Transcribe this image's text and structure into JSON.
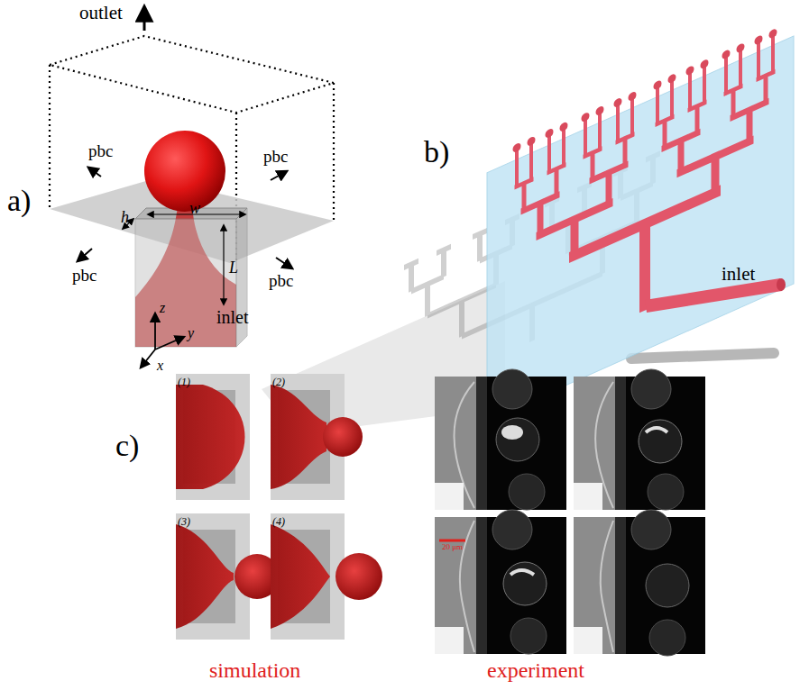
{
  "diagram": {
    "labels": [
      "outlet",
      "pbc",
      "pbc",
      "pbc",
      "pbc",
      "a)",
      "h",
      "w",
      "L",
      "inlet",
      "z",
      "y",
      "x",
      "b)",
      "inlet",
      "c)",
      "(1)",
      "(2)",
      "(3)",
      "(4)",
      "20 μm",
      "simulation",
      "experiment"
    ]
  }
}
